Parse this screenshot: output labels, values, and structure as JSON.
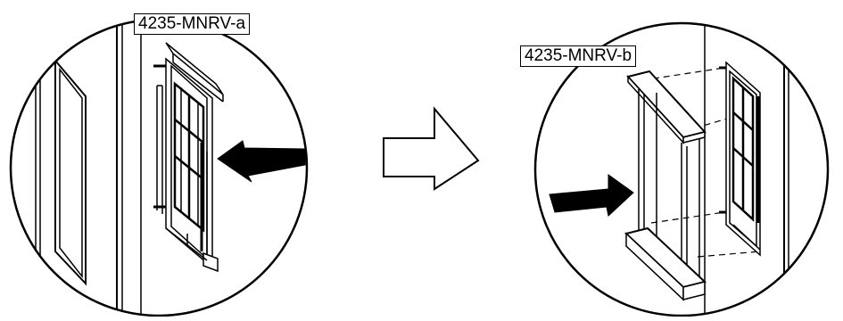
{
  "figure": {
    "left_panel": {
      "label": "4235-MNRV-a"
    },
    "right_panel": {
      "label": "4235-MNRV-b"
    },
    "transition_arrow": "outline-right-arrow"
  }
}
